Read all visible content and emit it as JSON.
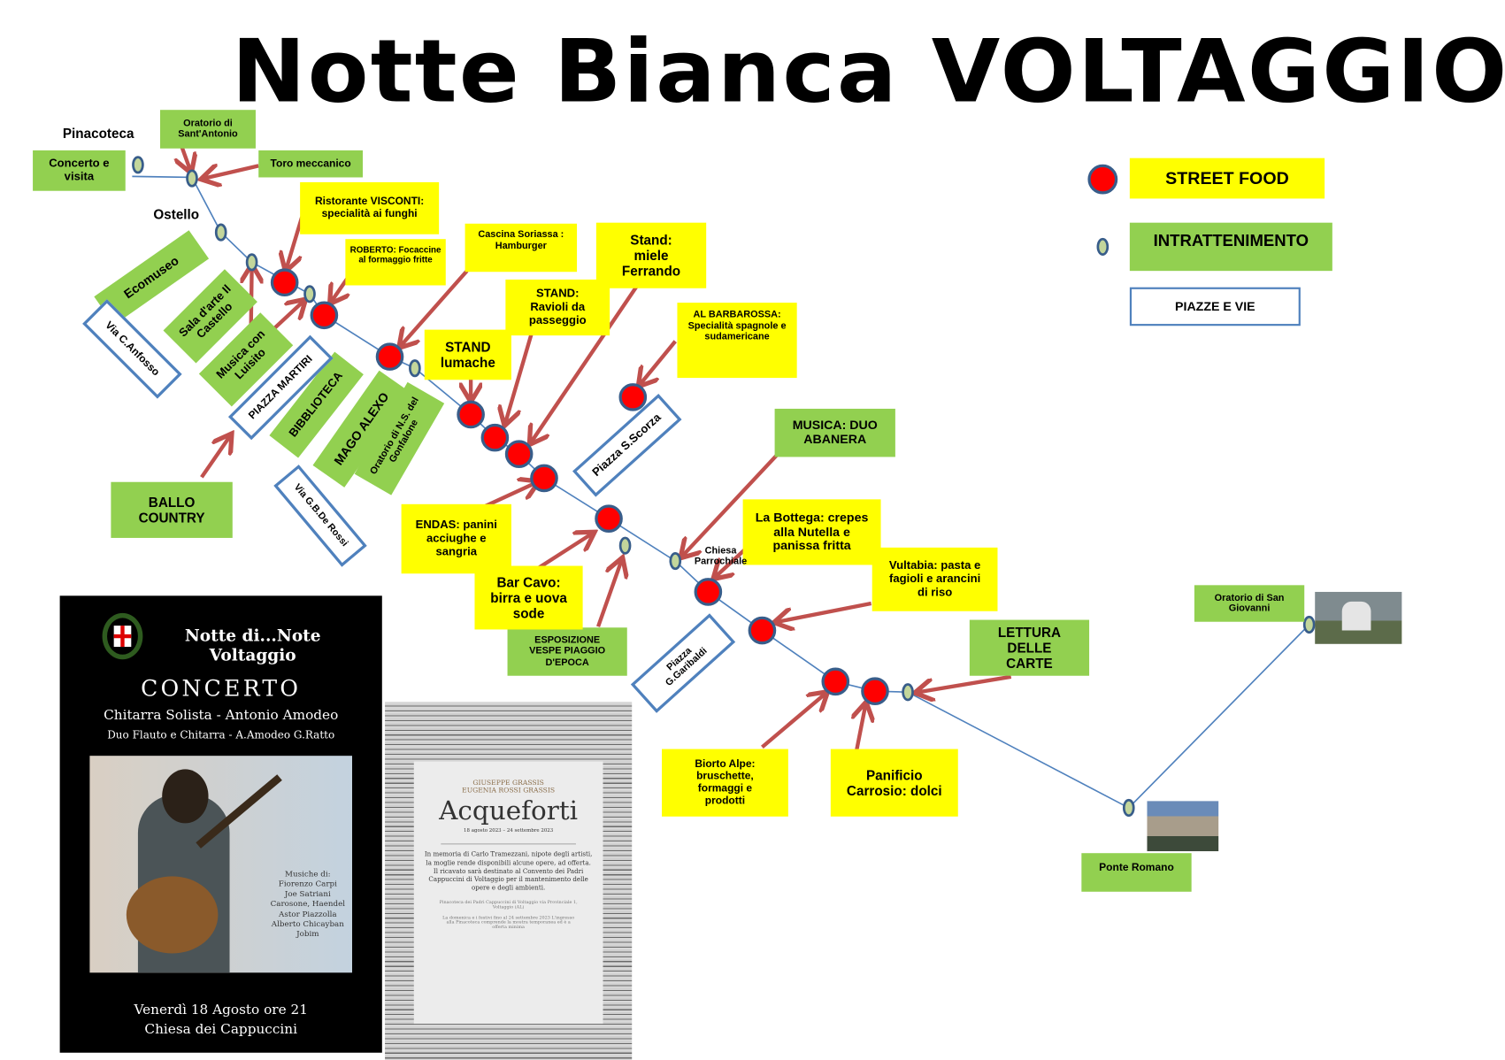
{
  "title": "Notte Bianca VOLTAGGIO",
  "legend": {
    "street_food": "STREET FOOD",
    "entertainment": "INTRATTENIMENTO",
    "squares_streets": "PIAZZE E VIE",
    "colors": {
      "street_food": "#ff0000",
      "entertainment": "#92d050",
      "food_box": "#ffff00",
      "line": "#4f81bd",
      "arrow": "#c0504d"
    }
  },
  "places": {
    "pinacoteca": "Pinacoteca",
    "ostello": "Ostello",
    "chiesa": "Chiesa Parrochiale"
  },
  "entertainment": {
    "oratorio_santantonio": "Oratorio di Sant'Antonio",
    "concerto_visita": "Concerto e visita",
    "toro": "Toro meccanico",
    "ecomuseo": "Ecomuseo",
    "sala_arte": "Sala d'arte Il Castello",
    "musica_luisito": "Musica con Luisito",
    "biblioteca": "BIBBLIOTECA",
    "mago": "MAGO ALEXO",
    "oratorio_gonfalone": "Oratorio di N.S. del Gonfalone",
    "ballo": "BALLO COUNTRY",
    "esposizione": "ESPOSIZIONE VESPE PIAGGIO D'EPOCA",
    "duo_abanera": "MUSICA: DUO ABANERA",
    "lettura": "LETTURA DELLE CARTE",
    "oratorio_sangiovanni": "Oratorio di San Giovanni",
    "ponte": "Ponte Romano"
  },
  "streets": {
    "anfosso": "Via C.Anfosso",
    "martiri": "PIAZZA MARTIRI",
    "derossi": "Via G.B.De Rossi",
    "scorza": "Piazza S.Scorza",
    "garibaldi": "Piazza G.Garibaldi"
  },
  "food": {
    "visconti": "Ristorante VISCONTI: specialità ai funghi",
    "roberto": "ROBERTO: Focaccine al formaggio fritte",
    "soriassa": "Cascina Soriassa : Hamburger",
    "miele": "Stand: miele Ferrando",
    "ravioli": "STAND: Ravioli da passeggio",
    "lumache": "STAND lumache",
    "barbarossa": "AL BARBAROSSA: Specialità spagnole e sudamericane",
    "endas": "ENDAS: panini acciughe e sangria",
    "barcavo": "Bar Cavo: birra e uova sode",
    "bottega": "La Bottega: crepes alla Nutella e panissa fritta",
    "vultabia": "Vultabia: pasta e fagioli e arancini di riso",
    "biorto": "Biorto Alpe: bruschette, formaggi e prodotti",
    "panificio": "Panificio Carrosio: dolci"
  },
  "poster": {
    "title1": "Notte di...Note",
    "title2": "Voltaggio",
    "heading": "CONCERTO",
    "line1": "Chitarra Solista - Antonio Amodeo",
    "line2": "Duo Flauto e Chitarra - A.Amodeo G.Ratto",
    "music_by": [
      "Musiche di:",
      "Fiorenzo Carpi",
      "Joe Satriani",
      "Carosone, Haendel",
      "Astor Piazzolla",
      "Alberto Chicayban",
      "Jobim"
    ],
    "date": "Venerdì 18 Agosto ore 21",
    "place": "Chiesa dei Cappuccini"
  },
  "flyer": {
    "authors1": "GIUSEPPE GRASSIS",
    "authors2": "EUGENIA ROSSI GRASSIS",
    "title": "Acqueforti",
    "dates": "18 agosto 2023 – 24 settembre 2023",
    "body": "In memoria di Carlo Tramezzani, nipote degli artisti, la moglie rende disponibili alcune opere, ad offerta. Il ricavato sarà destinato al Convento dei Padri Cappuccini di Voltaggio per il mantenimento delle opere e degli ambienti.",
    "address": "Pinacoteca dei Padri Cappuccini di Voltaggio via Provinciale 1, Voltaggio (AL)",
    "hours": "La domenica e i festivi fino al 24 settembre 2023 L'ingresso alla Pinacoteca comprende la mostra temporanea ed è a offerta minima"
  }
}
